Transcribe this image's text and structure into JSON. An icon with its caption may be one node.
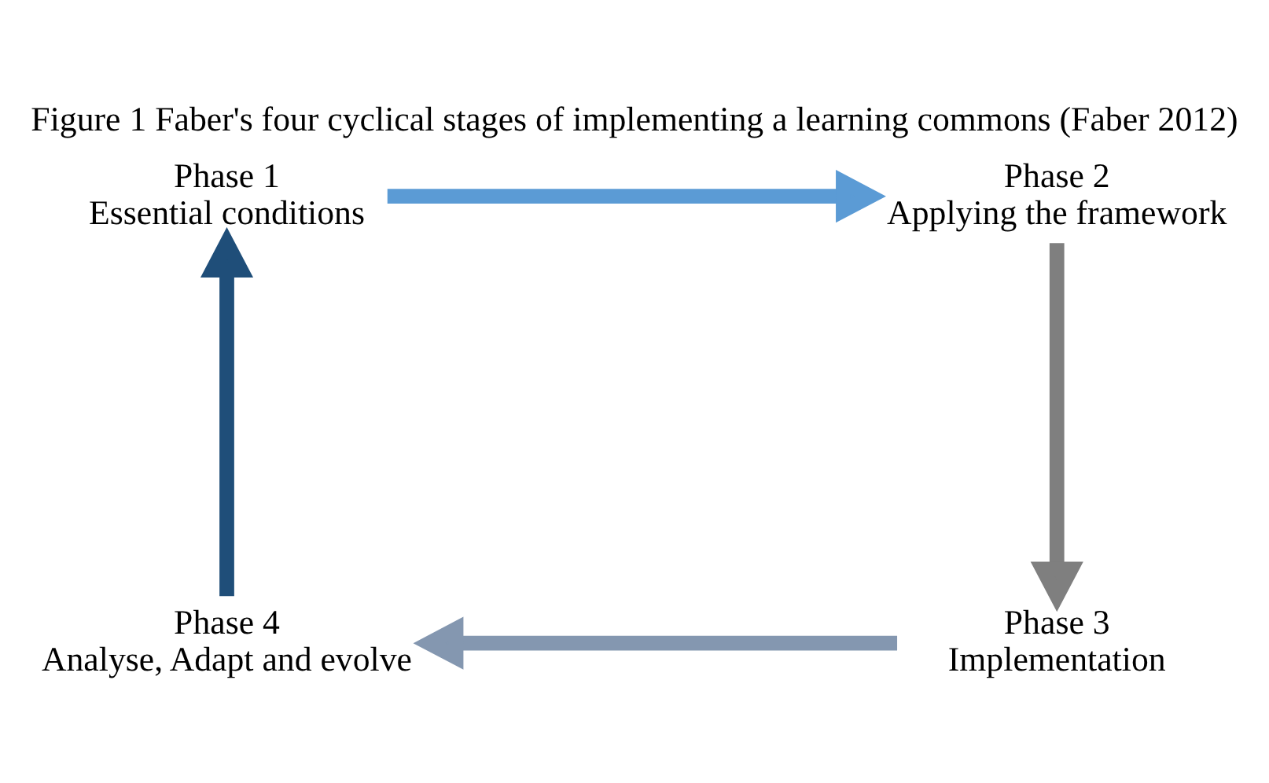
{
  "diagram": {
    "title": "Figure 1 Faber's four cyclical stages of implementing a learning commons (Faber 2012)",
    "nodes": [
      {
        "text": [
          "Phase 1",
          "Essential conditions"
        ]
      },
      {
        "text": [
          "Phase 2",
          "Applying the framework"
        ]
      },
      {
        "text": [
          "Phase 3",
          "Implementation"
        ]
      },
      {
        "text": [
          "Phase 4",
          "Analyse, Adapt and evolve"
        ]
      }
    ],
    "edges": [
      {
        "from": 0,
        "to": 1,
        "arrow": "to",
        "color": "#5b9bd5"
      },
      {
        "from": 1,
        "to": 2,
        "arrow": "to",
        "color": "#7f7f7f"
      },
      {
        "from": 2,
        "to": 3,
        "arrow": "to",
        "color": "#8497b0"
      },
      {
        "from": 3,
        "to": 0,
        "arrow": "to",
        "color": "#1f4e79"
      }
    ]
  }
}
